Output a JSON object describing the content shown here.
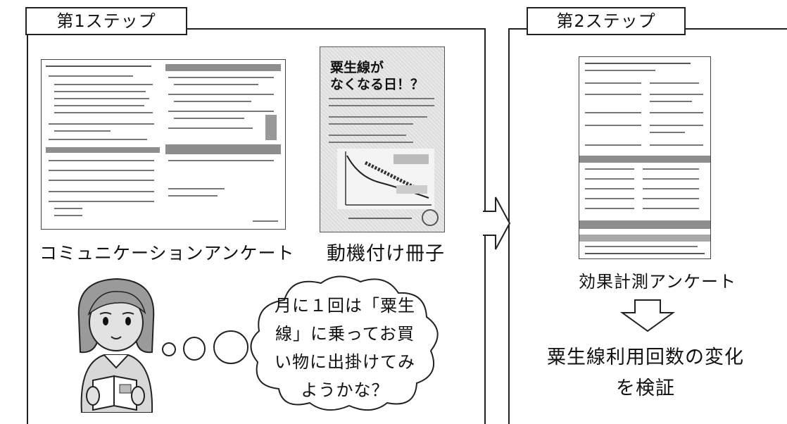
{
  "step1": {
    "label": "第1ステップ"
  },
  "step2": {
    "label": "第2ステップ"
  },
  "questionnaire": {
    "caption": "コミュニケーションアンケート"
  },
  "booklet": {
    "caption": "動機付け冊子",
    "title_line1": "粟生線が",
    "title_line2": "なくなる日！？"
  },
  "thought": {
    "line1": "月に１回は「粟生",
    "line2": "線」に乗ってお買",
    "line3": "い物に出掛けてみ",
    "line4": "ようかな？"
  },
  "effect_survey": {
    "caption": "効果計測アンケート"
  },
  "verification": {
    "line1": "粟生線利用回数の変化",
    "line2": "を検証"
  },
  "icons": [
    "arrow-right-icon",
    "arrow-down-icon",
    "woman-reading-icon",
    "thought-cloud-icon"
  ]
}
